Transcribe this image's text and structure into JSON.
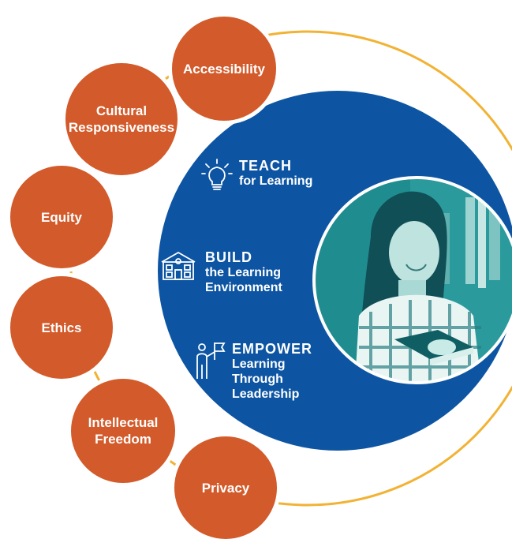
{
  "colors": {
    "orange": "#d35a2a",
    "blue": "#0d55a3",
    "ring": "#f2b233",
    "photo_tint": "#1a8a8c"
  },
  "values": [
    {
      "label": "Accessibility"
    },
    {
      "label": "Cultural\nResponsiveness"
    },
    {
      "label": "Equity"
    },
    {
      "label": "Ethics"
    },
    {
      "label": "Intellectual\nFreedom"
    },
    {
      "label": "Privacy"
    }
  ],
  "practices": [
    {
      "icon": "lightbulb-icon",
      "head": "TEACH",
      "sub": "for Learning"
    },
    {
      "icon": "school-building-icon",
      "head": "BUILD",
      "sub": "the Learning\nEnvironment"
    },
    {
      "icon": "leader-flag-icon",
      "head": "EMPOWER",
      "sub": "Learning\nThrough\nLeadership"
    }
  ],
  "photo": {
    "subject": "girl-reading-book-image"
  }
}
